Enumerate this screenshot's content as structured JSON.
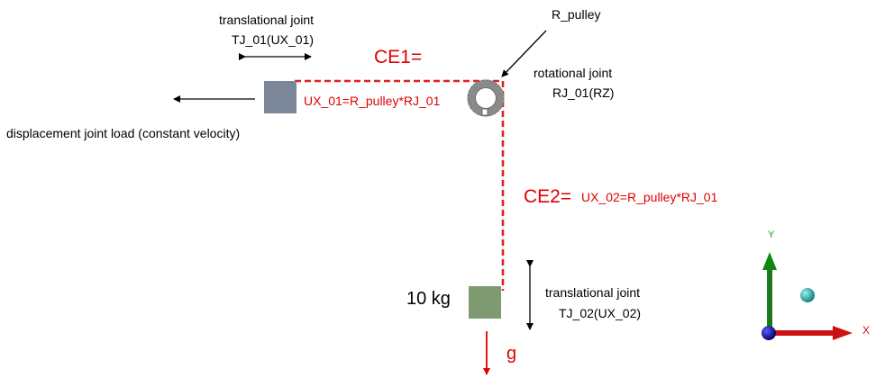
{
  "labels": {
    "tj01_line1": "translational joint",
    "tj01_line2": "TJ_01(UX_01)",
    "r_pulley": "R_pulley",
    "ce1": "CE1=",
    "rj01_line1": "rotational joint",
    "rj01_line2": "RJ_01(RZ)",
    "ce1_equation": "UX_01=R_pulley*RJ_01",
    "displacement_load": "displacement joint load (constant velocity)",
    "ce2": "CE2=",
    "ce2_equation": "UX_02=R_pulley*RJ_01",
    "mass": "10 kg",
    "tj02_line1": "translational joint",
    "tj02_line2": "TJ_02(UX_02)",
    "gravity": "g",
    "axis_y": "Y",
    "axis_x": "X"
  },
  "colors": {
    "block_1": "#7b8798",
    "block_2": "#7f9a70",
    "constraint": "#e02020",
    "pulley": "#8a8a8a",
    "axis_y": "#1a7a1a",
    "axis_x": "#d01010",
    "origin": "#1a1aa0",
    "point": "#1aa0a0"
  },
  "icons": {
    "pulley": "pulley-ring-icon",
    "y_axis": "y-axis-arrow-icon",
    "x_axis": "x-axis-arrow-icon"
  }
}
